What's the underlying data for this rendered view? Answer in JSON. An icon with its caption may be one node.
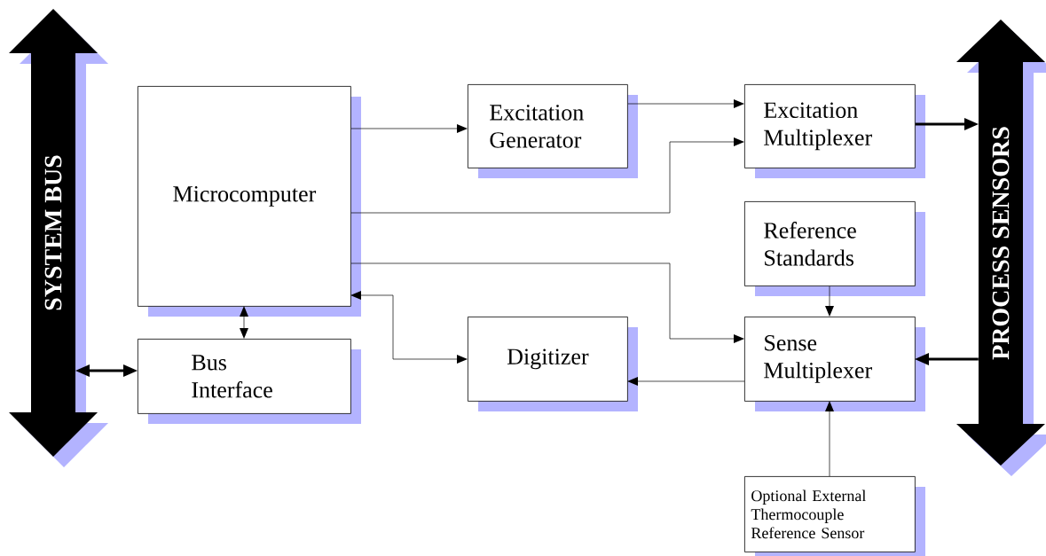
{
  "diagram": {
    "nodes": [
      {
        "text": [
          "SYSTEM BUS"
        ]
      },
      {
        "text": [
          "Microcomputer"
        ]
      },
      {
        "text": [
          "Bus Interface"
        ]
      },
      {
        "text": [
          "Excitation Generator"
        ]
      },
      {
        "text": [
          "Excitation Multiplexer"
        ]
      },
      {
        "text": [
          "Reference Standards"
        ]
      },
      {
        "text": [
          "Digitizer"
        ]
      },
      {
        "text": [
          "Sense Multiplexer"
        ]
      },
      {
        "text": [
          "Optional External Thermocouple Reference Sensor"
        ]
      },
      {
        "text": [
          "PROCESS SENSORS"
        ]
      }
    ],
    "edges": [
      {
        "from": 0,
        "to": 2,
        "arrow": "both",
        "style": "thick"
      },
      {
        "from": 1,
        "to": 2,
        "arrow": "both"
      },
      {
        "from": 1,
        "to": 3,
        "arrow": "to"
      },
      {
        "from": 3,
        "to": 4,
        "arrow": "to"
      },
      {
        "from": 1,
        "to": 4,
        "arrow": "to"
      },
      {
        "from": 1,
        "to": 7,
        "arrow": "to"
      },
      {
        "from": 6,
        "to": 1,
        "arrow": "both"
      },
      {
        "from": 7,
        "to": 6,
        "arrow": "to"
      },
      {
        "from": 5,
        "to": 7,
        "arrow": "to"
      },
      {
        "from": 8,
        "to": 7,
        "arrow": "to"
      },
      {
        "from": 4,
        "to": 9,
        "arrow": "to",
        "style": "thick"
      },
      {
        "from": 9,
        "to": 7,
        "arrow": "to",
        "style": "thick"
      }
    ]
  }
}
